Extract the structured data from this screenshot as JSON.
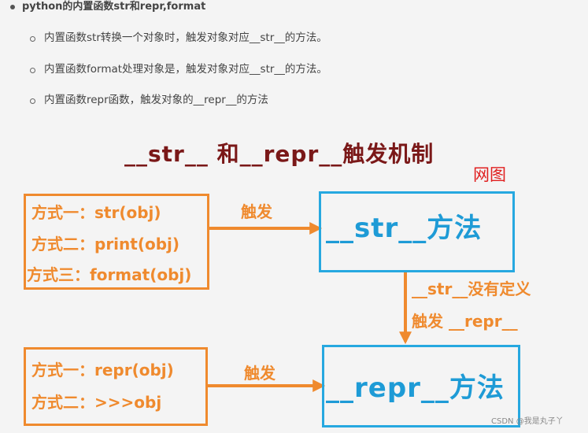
{
  "notes": {
    "top_line": "python的内置函数str和repr,format",
    "items": [
      "内置函数str转换一个对象时，触发对象对应__str__的方法。",
      "内置函数format处理对象是，触发对象对应__str__的方法。",
      "内置函数repr函数，触发对象的__repr__的方法"
    ]
  },
  "diagram": {
    "title": "__str__ 和__repr__触发机制",
    "corner_note": "网图",
    "str_group": {
      "methods": [
        "方式一：str(obj)",
        "方式二：print(obj)",
        "方式三：format(obj)"
      ],
      "trigger_label": "触发",
      "target": "__str__方法"
    },
    "fallback": {
      "line1": "__str__没有定义",
      "line2": "触发 __repr__"
    },
    "repr_group": {
      "methods": [
        "方式一：repr(obj)",
        "方式二：>>>obj"
      ],
      "trigger_label": "触发",
      "target": "__repr__方法"
    },
    "colors": {
      "orange": "#ef8a2e",
      "blue": "#26a8e0",
      "title": "#7a1818",
      "note": "#e02020"
    }
  },
  "watermark": "CSDN @我是丸子丫"
}
